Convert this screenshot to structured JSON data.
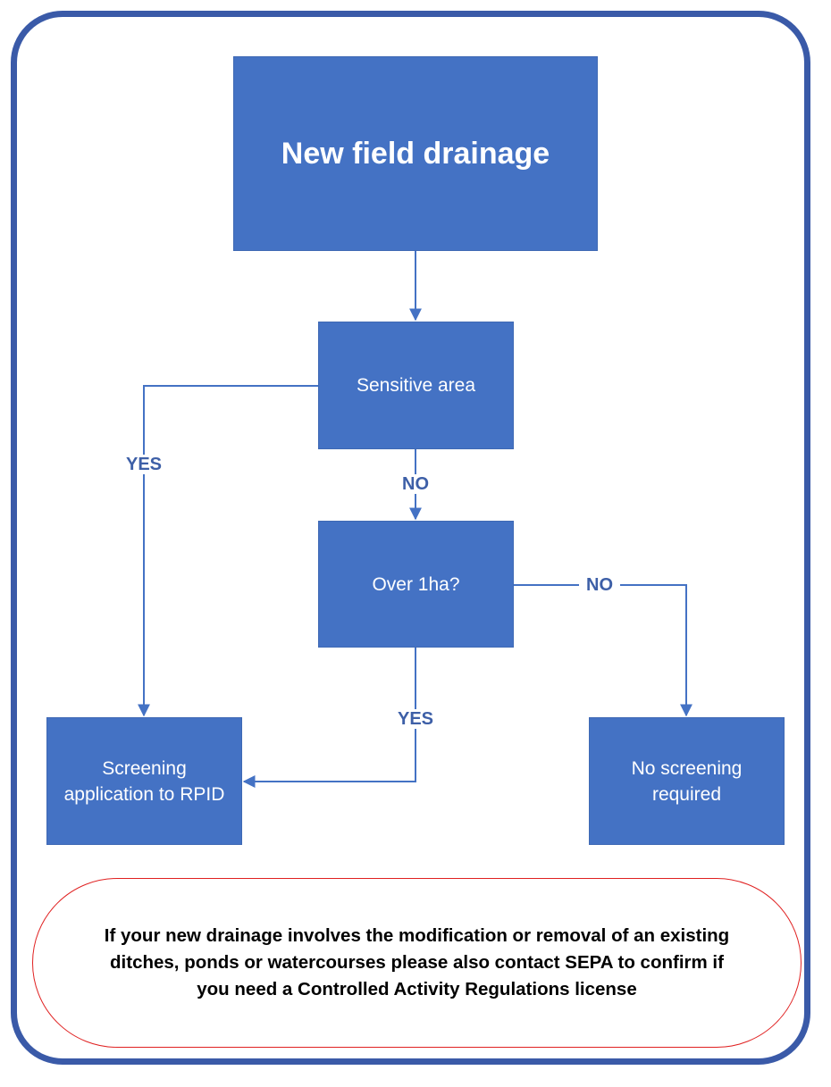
{
  "colors": {
    "frame_border": "#3a5aa8",
    "box_fill": "#4472c4",
    "connector": "#4472c4",
    "label_text": "#3d5fa7",
    "note_border": "#e02020"
  },
  "nodes": {
    "start": "New field drainage",
    "sensitive": "Sensitive area",
    "over1ha": "Over 1ha?",
    "screening": "Screening\napplication to RPID",
    "no_screening": "No screening\nrequired"
  },
  "edges": {
    "sensitive_yes": "YES",
    "sensitive_no": "NO",
    "over1ha_no": "NO",
    "over1ha_yes": "YES"
  },
  "note": {
    "text": "If your new drainage involves the modification or removal of an existing\nditches, ponds or watercourses please also contact SEPA to confirm if\nyou need a Controlled Activity Regulations license"
  }
}
